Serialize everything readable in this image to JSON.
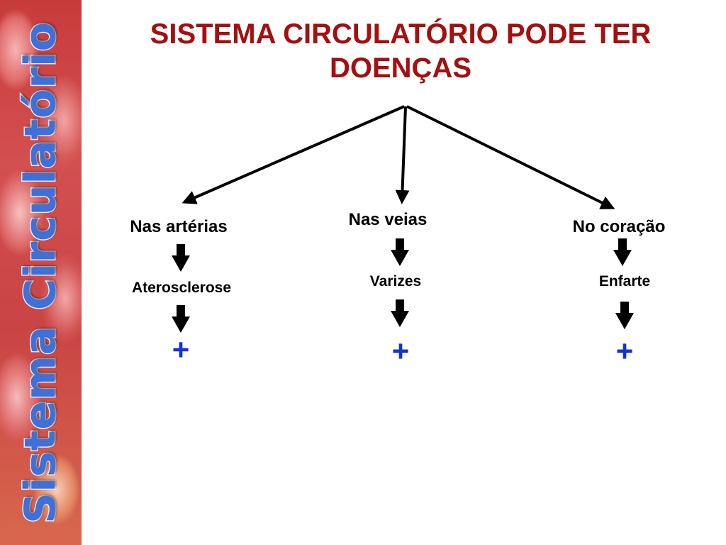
{
  "slide": {
    "sidebar_title": "Sistema Circulatório",
    "title": "SISTEMA CIRCULATÓRIO PODE TER DOENÇAS",
    "branches": [
      {
        "location": "Nas artérias",
        "disease": "Aterosclerose",
        "symbol": "+"
      },
      {
        "location": "Nas veias",
        "disease": "Varizes",
        "symbol": "+"
      },
      {
        "location": "No coração",
        "disease": "Enfarte",
        "symbol": "+"
      }
    ]
  },
  "colors": {
    "title": "#a50f0f",
    "plus": "#1530d6",
    "sidebar_text": "#3f6fd8"
  }
}
